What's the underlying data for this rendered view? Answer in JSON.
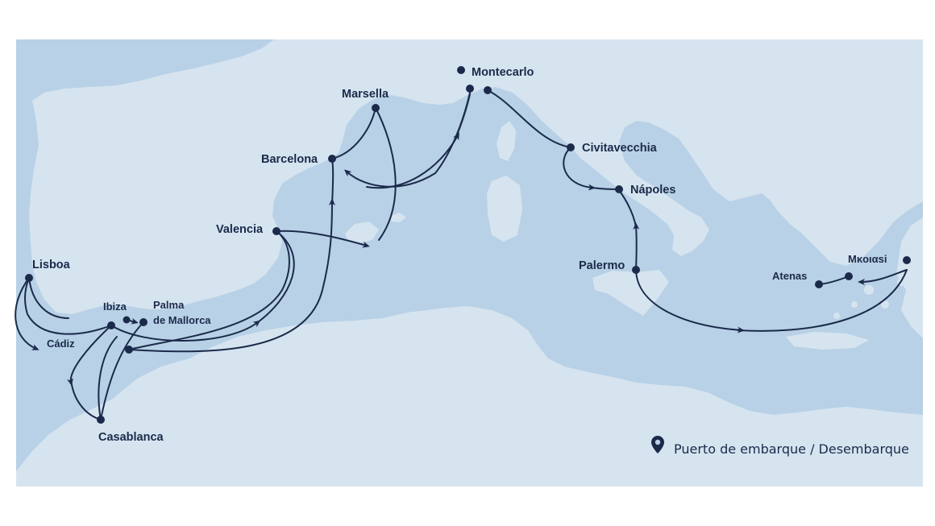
{
  "colors": {
    "sea": "#b8d1e6",
    "land": "#d6e4f0",
    "route": "#1b2a4a",
    "port": "#1b2a4a",
    "text": "#1b2a4a"
  },
  "ports": [
    {
      "id": "lisboa",
      "label": "Lisboa"
    },
    {
      "id": "cadiz",
      "label": "Cádiz"
    },
    {
      "id": "ibiza",
      "label": "Ibiza"
    },
    {
      "id": "palma",
      "label_line1": "Palma",
      "label_line2": "de Mallorca"
    },
    {
      "id": "casablanca",
      "label": "Casablanca"
    },
    {
      "id": "valencia",
      "label": "Valencia"
    },
    {
      "id": "barcelona",
      "label": "Barcelona"
    },
    {
      "id": "marsella",
      "label": "Marsella"
    },
    {
      "id": "montecarlo",
      "label": "Montecarlo"
    },
    {
      "id": "civitavecchia",
      "label": "Civitavecchia"
    },
    {
      "id": "napoles",
      "label": "Nápoles"
    },
    {
      "id": "palermo",
      "label": "Palermo"
    },
    {
      "id": "atenas",
      "label": "Atenas"
    },
    {
      "id": "mykonos",
      "label": "Mκoιαsi"
    }
  ],
  "legend": {
    "icon": "map-pin-icon",
    "label": "Puerto de embarque / Desembarque"
  }
}
